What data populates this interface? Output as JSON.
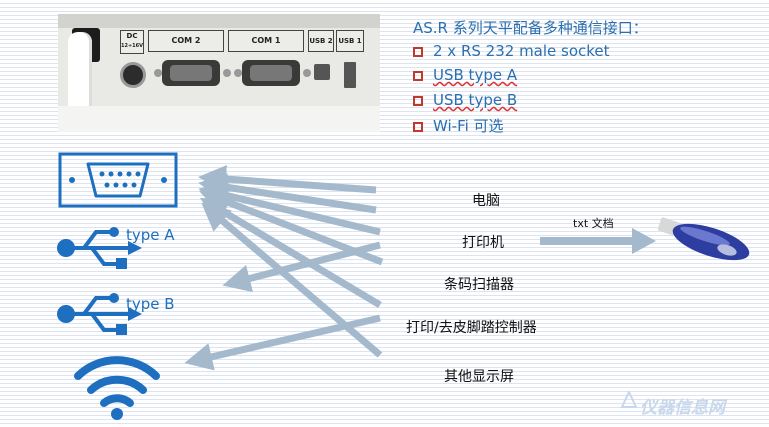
{
  "header": {
    "title": "AS.R 系列天平配备多种通信接口："
  },
  "features": [
    {
      "label": "2 x RS 232 male socket"
    },
    {
      "label": "USB type A"
    },
    {
      "label": "USB type B"
    },
    {
      "label": "Wi-Fi 可选"
    }
  ],
  "photo": {
    "labels": {
      "dc": "DC",
      "dc_volt": "12÷16V",
      "com2": "COM 2",
      "com1": "COM 1",
      "usb2": "USB 2",
      "usb1": "USB 1"
    }
  },
  "interfaces": {
    "usb_a_label": "type A",
    "usb_b_label": "type B"
  },
  "devices": [
    {
      "label": "电脑"
    },
    {
      "label": "打印机"
    },
    {
      "label": "条码扫描器"
    },
    {
      "label": "打印/去皮脚踏控制器"
    },
    {
      "label": "其他显示屏"
    }
  ],
  "flash": {
    "label": "txt 文档"
  },
  "watermark": {
    "text": "仪器信息网"
  },
  "colors": {
    "accent": "#2a6fb0",
    "checkbox": "#c0392b",
    "arrow": "#a5b9cc",
    "icon": "#1e6fbf"
  }
}
